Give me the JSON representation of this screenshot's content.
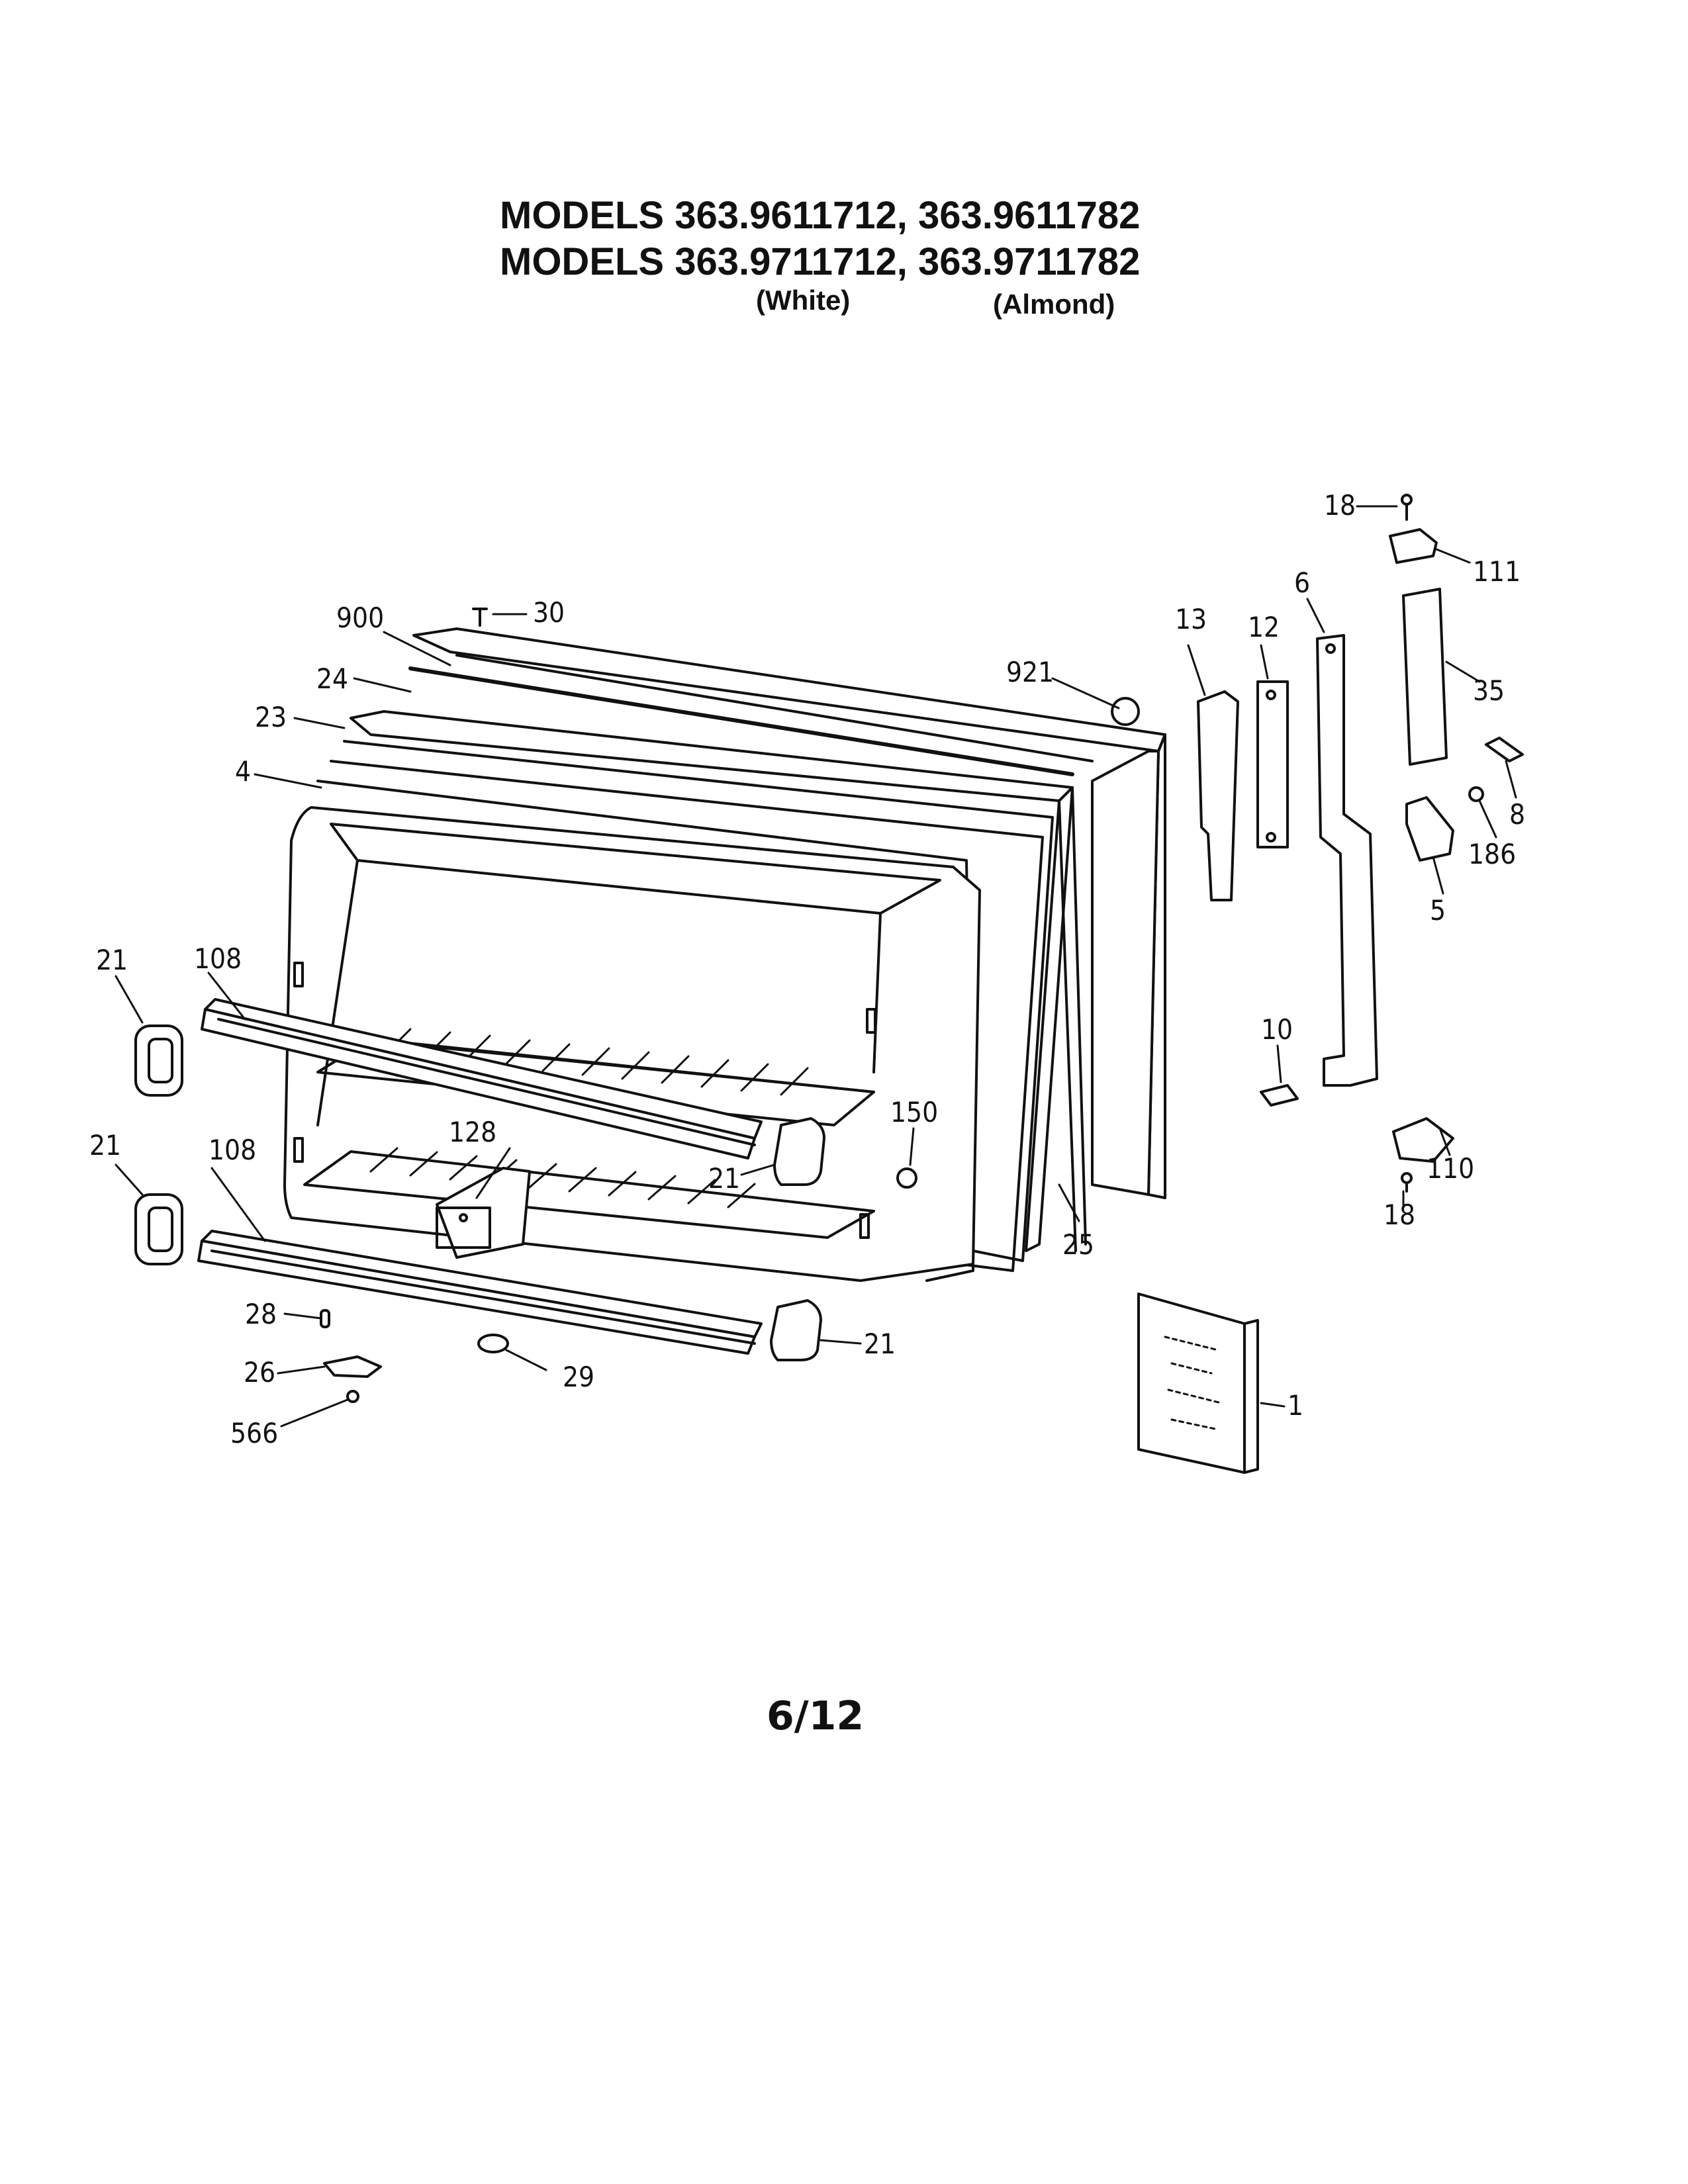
{
  "header": {
    "line1": "MODELS 363.9611712, 363.9611782",
    "line2": "MODELS 363.9711712, 363.9711782",
    "finish_white": "(White)",
    "finish_almond": "(Almond)"
  },
  "page_number": "6/12",
  "callouts": [
    {
      "id": "c18a",
      "label": "18"
    },
    {
      "id": "c111",
      "label": "111"
    },
    {
      "id": "c6",
      "label": "6"
    },
    {
      "id": "c13",
      "label": "13"
    },
    {
      "id": "c12",
      "label": "12"
    },
    {
      "id": "c35",
      "label": "35"
    },
    {
      "id": "c900",
      "label": "900"
    },
    {
      "id": "c30",
      "label": "30"
    },
    {
      "id": "c921",
      "label": "921"
    },
    {
      "id": "c24",
      "label": "24"
    },
    {
      "id": "c23",
      "label": "23"
    },
    {
      "id": "c4",
      "label": "4"
    },
    {
      "id": "c8",
      "label": "8"
    },
    {
      "id": "c186",
      "label": "186"
    },
    {
      "id": "c5",
      "label": "5"
    },
    {
      "id": "c21a",
      "label": "21"
    },
    {
      "id": "c108a",
      "label": "108"
    },
    {
      "id": "c10",
      "label": "10"
    },
    {
      "id": "c150",
      "label": "150"
    },
    {
      "id": "c128",
      "label": "128"
    },
    {
      "id": "c21b",
      "label": "21"
    },
    {
      "id": "c21c",
      "label": "21"
    },
    {
      "id": "c108b",
      "label": "108"
    },
    {
      "id": "c110",
      "label": "110"
    },
    {
      "id": "c18b",
      "label": "18"
    },
    {
      "id": "c25",
      "label": "25"
    },
    {
      "id": "c28",
      "label": "28"
    },
    {
      "id": "c21d",
      "label": "21"
    },
    {
      "id": "c26",
      "label": "26"
    },
    {
      "id": "c29",
      "label": "29"
    },
    {
      "id": "c566",
      "label": "566"
    },
    {
      "id": "c1",
      "label": "1"
    }
  ]
}
